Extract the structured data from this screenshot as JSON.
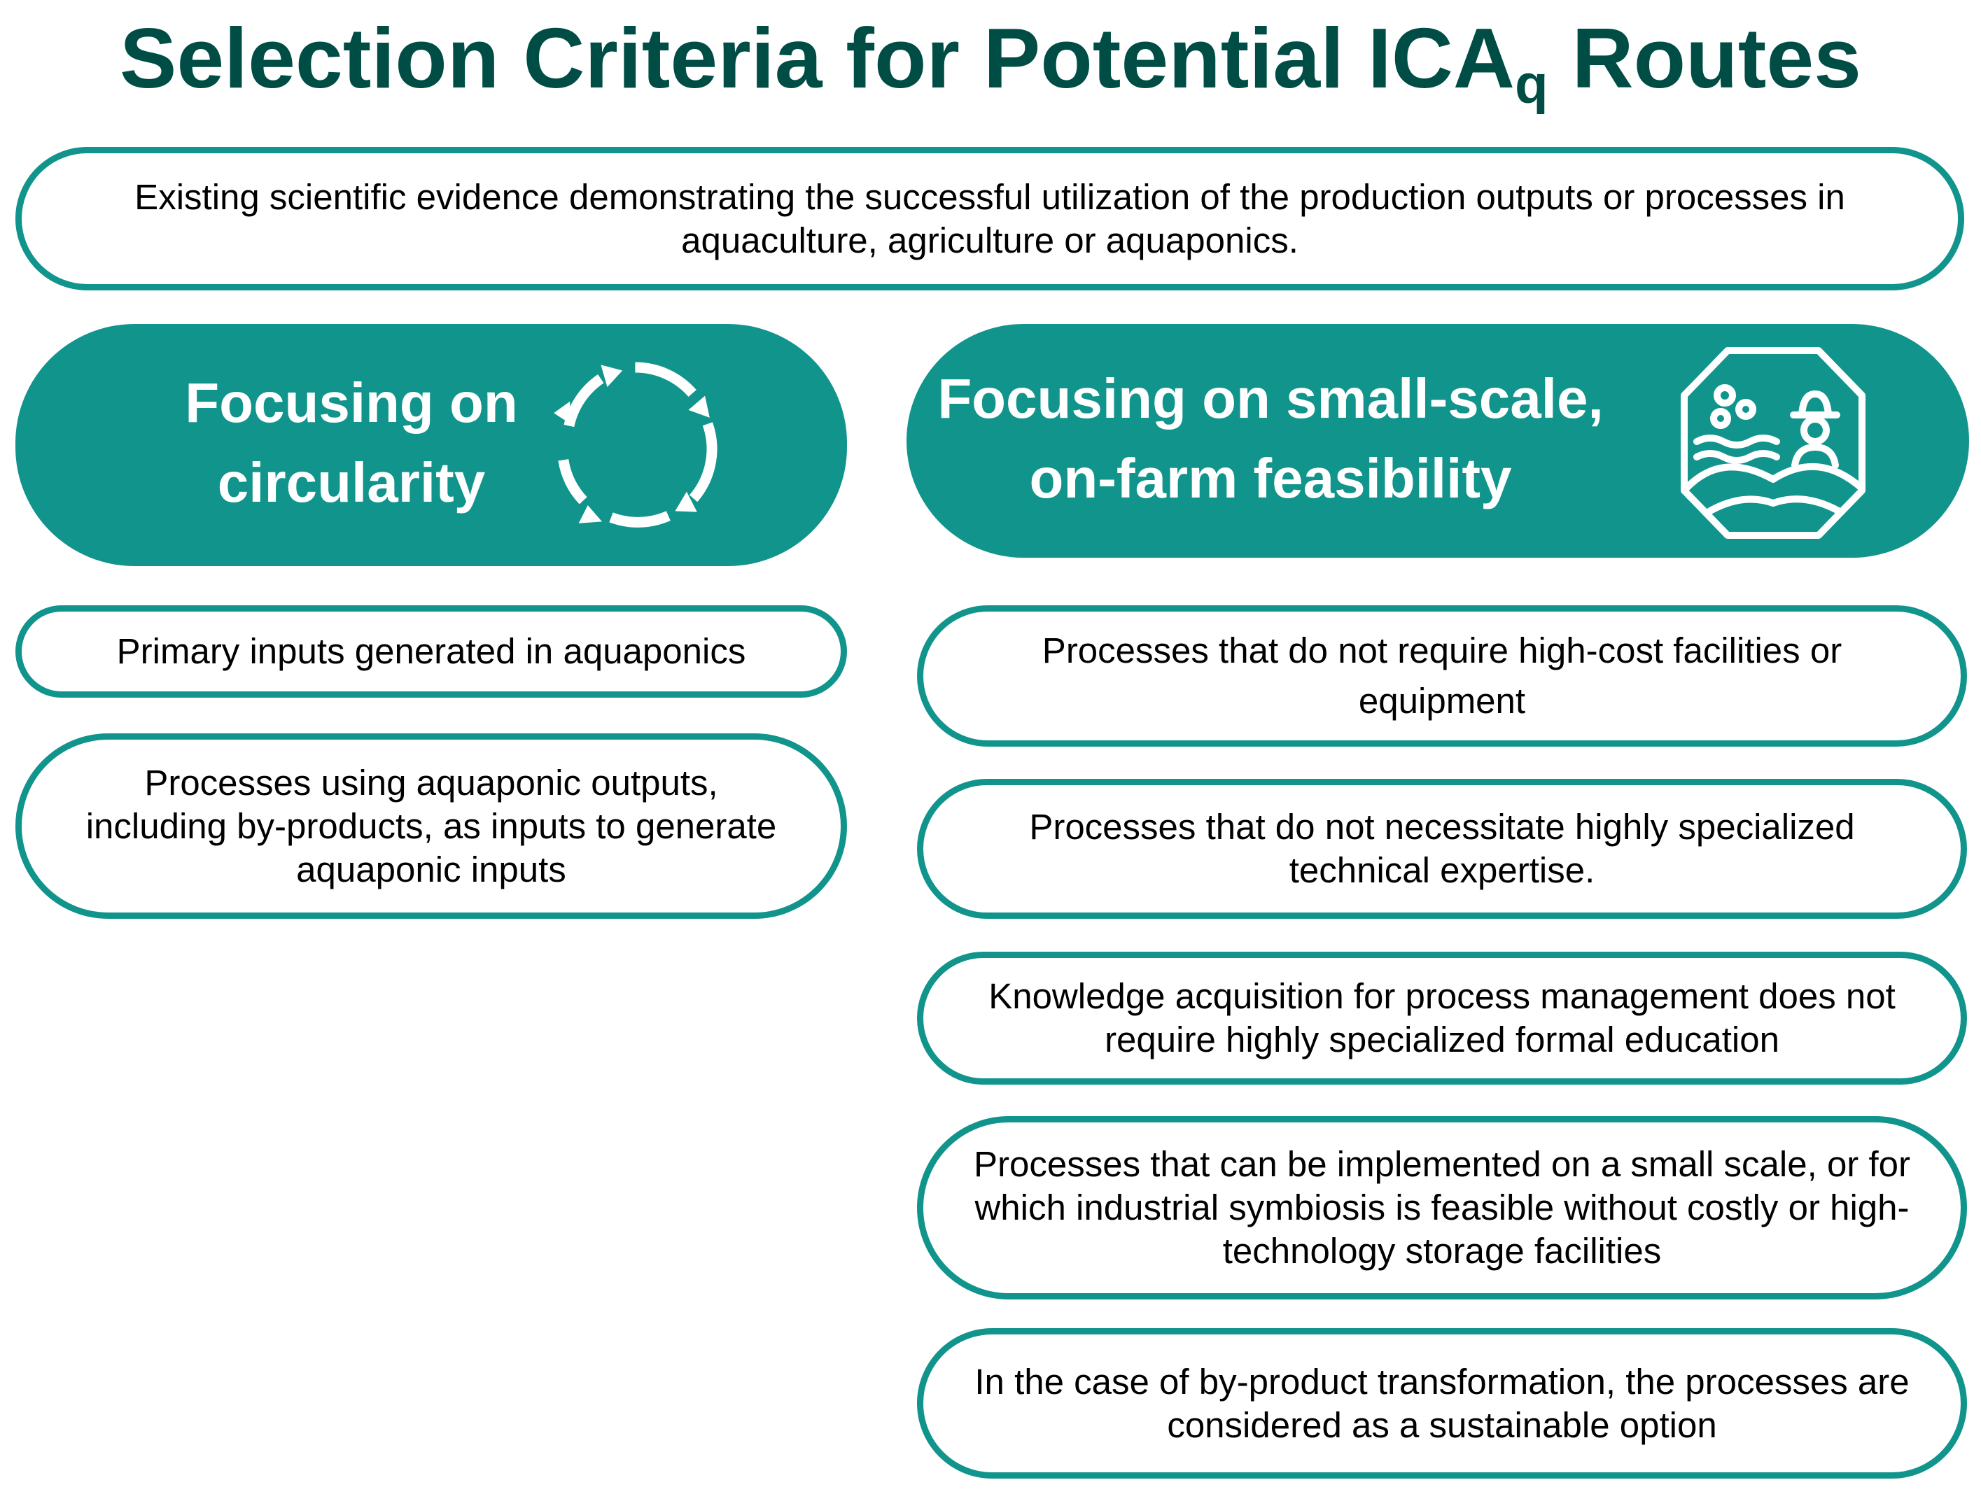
{
  "title": {
    "main": "Selection Criteria for Potential ICA",
    "subscript": "q",
    "suffix": " Routes"
  },
  "top_criterion": "Existing scientific evidence demonstrating the successful utilization of the production outputs or processes in aquaculture, agriculture or aquaponics.",
  "columns": {
    "circularity": {
      "header_line1": "Focusing on",
      "header_line2": "circularity",
      "icon": "recycle-cycle-icon",
      "items": [
        "Primary inputs generated in aquaponics",
        "Processes using aquaponic outputs, including by-products, as  inputs to generate aquaponic inputs"
      ]
    },
    "feasibility": {
      "header_line1": "Focusing on small-scale,",
      "header_line2": "on-farm feasibility",
      "icon": "farmer-farm-icon",
      "items": [
        "Processes that do not require high-cost facilities or equipment",
        "Processes that do not necessitate highly specialized technical expertise.",
        "Knowledge acquisition for process management does not require highly specialized formal education",
        "Processes that can be implemented on a small scale, or for which industrial symbiosis is feasible without costly or high-technology storage facilities",
        "In the case of by-product transformation, the processes are considered as a sustainable option"
      ]
    }
  },
  "colors": {
    "title": "#004d45",
    "accent": "#10948c",
    "header_text": "#ffffff"
  }
}
